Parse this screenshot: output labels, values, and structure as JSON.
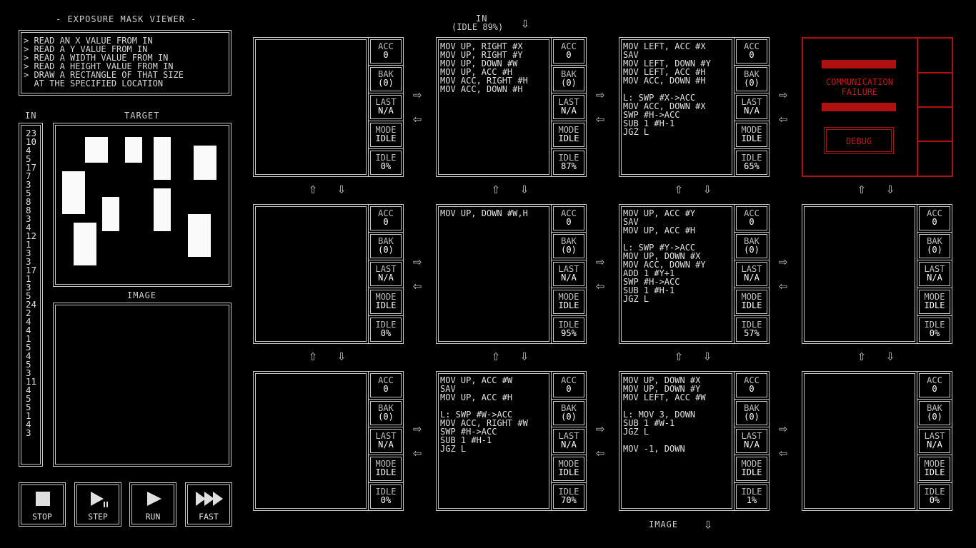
{
  "sidebar": {
    "title": "- EXPOSURE MASK VIEWER -",
    "instructions": "> READ AN X VALUE FROM IN\n> READ A Y VALUE FROM IN\n> READ A WIDTH VALUE FROM IN\n> READ A HEIGHT VALUE FROM IN\n> DRAW A RECTANGLE OF THAT SIZE\n  AT THE SPECIFIED LOCATION",
    "in_label": "IN",
    "in_values": "23\n10\n4\n5\n17\n7\n3\n5\n8\n8\n3\n4\n12\n1\n3\n3\n17\n1\n3\n5\n24\n2\n4\n4\n1\n5\n4\n5\n3\n11\n4\n5\n5\n1\n4\n3",
    "target_label": "TARGET",
    "image_label": "IMAGE"
  },
  "controls": {
    "stop": "STOP",
    "step": "STEP",
    "run": "RUN",
    "fast": "FAST"
  },
  "io": {
    "in_label": "IN",
    "in_idle": "(IDLE 89%)",
    "out_label": "IMAGE"
  },
  "reg_labels": {
    "acc": "ACC",
    "bak": "BAK",
    "last": "LAST",
    "mode": "MODE",
    "idle": "IDLE"
  },
  "nodes": [
    {
      "code": "",
      "acc": "0",
      "bak": "(0)",
      "last": "N/A",
      "mode": "IDLE",
      "idle": "0%"
    },
    {
      "code": "MOV UP, RIGHT #X\nMOV UP, RIGHT #Y\nMOV UP, DOWN #W\nMOV UP, ACC #H\nMOV ACC, RIGHT #H\nMOV ACC, DOWN #H",
      "acc": "0",
      "bak": "(0)",
      "last": "N/A",
      "mode": "IDLE",
      "idle": "87%"
    },
    {
      "code": "MOV LEFT, ACC #X\nSAV\nMOV LEFT, DOWN #Y\nMOV LEFT, ACC #H\nMOV ACC, DOWN #H\n\nL: SWP #X->ACC\nMOV ACC, DOWN #X\nSWP #H->ACC\nSUB 1 #H-1\nJGZ L",
      "acc": "0",
      "bak": "(0)",
      "last": "N/A",
      "mode": "IDLE",
      "idle": "65%"
    },
    {
      "code": "",
      "acc": "0",
      "bak": "(0)",
      "last": "N/A",
      "mode": "IDLE",
      "idle": "0%"
    },
    {
      "code": "MOV UP, DOWN #W,H",
      "acc": "0",
      "bak": "(0)",
      "last": "N/A",
      "mode": "IDLE",
      "idle": "95%"
    },
    {
      "code": "MOV UP, ACC #Y\nSAV\nMOV UP, ACC #H\n\nL: SWP #Y->ACC\nMOV UP, DOWN #X\nMOV ACC, DOWN #Y\nADD 1 #Y+1\nSWP #H->ACC\nSUB 1 #H-1\nJGZ L",
      "acc": "0",
      "bak": "(0)",
      "last": "N/A",
      "mode": "IDLE",
      "idle": "57%"
    },
    {
      "code": "",
      "acc": "0",
      "bak": "(0)",
      "last": "N/A",
      "mode": "IDLE",
      "idle": "0%"
    },
    {
      "code": "",
      "acc": "0",
      "bak": "(0)",
      "last": "N/A",
      "mode": "IDLE",
      "idle": "0%"
    },
    {
      "code": "MOV UP, ACC #W\nSAV\nMOV UP, ACC #H\n\nL: SWP #W->ACC\nMOV ACC, RIGHT #W\nSWP #H->ACC\nSUB 1 #H-1\nJGZ L",
      "acc": "0",
      "bak": "(0)",
      "last": "N/A",
      "mode": "IDLE",
      "idle": "70%"
    },
    {
      "code": "MOV UP, DOWN #X\nMOV UP, DOWN #Y\nMOV LEFT, ACC #W\n\nL: MOV 3, DOWN\nSUB 1 #W-1\nJGZ L\n\nMOV -1, DOWN",
      "acc": "0",
      "bak": "(0)",
      "last": "N/A",
      "mode": "IDLE",
      "idle": "1%"
    },
    {
      "code": "",
      "acc": "0",
      "bak": "(0)",
      "last": "N/A",
      "mode": "IDLE",
      "idle": "0%"
    }
  ],
  "failure": {
    "line1": "COMMUNICATION",
    "line2": "FAILURE",
    "debug": "DEBUG",
    "color": "#b01010"
  }
}
